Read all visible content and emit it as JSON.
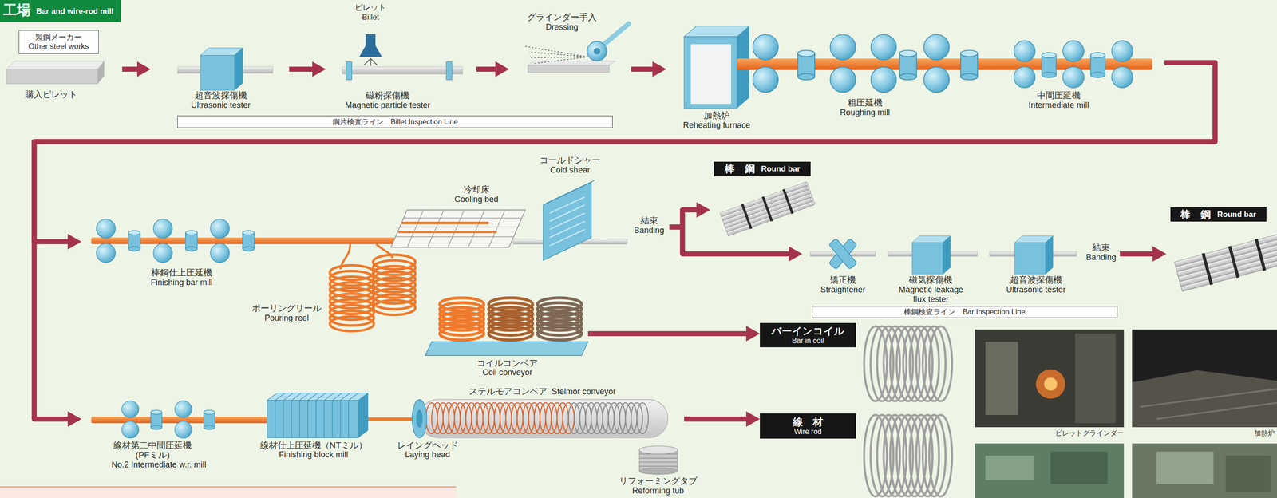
{
  "diagram": {
    "title": "Bar and wire-rod mill",
    "nodes": [
      {
        "text": [
          "製鋼メーカー",
          "Other steel works"
        ]
      },
      {
        "text": [
          "購入ビレット"
        ]
      },
      {
        "text": [
          "超音波探傷機",
          "Ultrasonic tester"
        ]
      },
      {
        "text": [
          "磁粉探傷機",
          "Magnetic particle tester"
        ]
      },
      {
        "text": [
          "鋼片検査ライン　Billet Inspection Line"
        ]
      },
      {
        "text": [
          "グラインダー手入",
          "Dressing"
        ]
      },
      {
        "text": [
          "加熱炉",
          "Reheating furnace"
        ]
      },
      {
        "text": [
          "粗圧延機",
          "Roughing mill"
        ]
      },
      {
        "text": [
          "中間圧延機",
          "Intermediate mill"
        ]
      },
      {
        "text": [
          "棒鋼仕上圧延機",
          "Finishing bar mill"
        ]
      },
      {
        "text": [
          "ポーリングリール",
          "Pouring reel"
        ]
      },
      {
        "text": [
          "冷却床",
          "Cooling bed"
        ]
      },
      {
        "text": [
          "コールドシャー",
          "Cold shear"
        ]
      },
      {
        "text": [
          "結束",
          "Banding"
        ]
      },
      {
        "text": [
          "棒　鋼",
          "Round bar"
        ]
      },
      {
        "text": [
          "矯正機",
          "Straightener"
        ]
      },
      {
        "text": [
          "磁気探傷機",
          "Magnetic leakage flux tester"
        ]
      },
      {
        "text": [
          "超音波探傷機",
          "Ultrasonic tester"
        ]
      },
      {
        "text": [
          "棒鋼検査ライン　Bar Inspection Line"
        ]
      },
      {
        "text": [
          "結束",
          "Banding"
        ]
      },
      {
        "text": [
          "棒　鋼",
          "Round bar"
        ]
      },
      {
        "text": [
          "コイルコンベア",
          "Coil conveyor"
        ]
      },
      {
        "text": [
          "バーインコイル",
          "Bar in coil"
        ]
      },
      {
        "text": [
          "線材第二中間圧延機 (PFミル)",
          "No.2 Intermediate w.r. mill"
        ]
      },
      {
        "text": [
          "線材仕上圧延機（NTミル）",
          "Finishing block mill"
        ]
      },
      {
        "text": [
          "レイングヘッド",
          "Laying head"
        ]
      },
      {
        "text": [
          "ステルモアコンベア",
          "Stelmor conveyor"
        ]
      },
      {
        "text": [
          "リフォーミングタブ",
          "Reforming tub"
        ]
      },
      {
        "text": [
          "線　材",
          "Wire rod"
        ]
      }
    ],
    "edges": [
      {
        "from": 1,
        "to": 2,
        "arrow": "to"
      },
      {
        "from": 2,
        "to": 3,
        "arrow": "to"
      },
      {
        "from": 3,
        "to": 5,
        "arrow": "to"
      },
      {
        "from": 5,
        "to": 6,
        "arrow": "to"
      },
      {
        "from": 8,
        "to": 9,
        "arrow": "to"
      },
      {
        "from": 8,
        "to": 23,
        "arrow": "to"
      },
      {
        "from": 13,
        "to": 14,
        "arrow": "to"
      },
      {
        "from": 13,
        "to": 15,
        "arrow": "to"
      },
      {
        "from": 19,
        "to": 20,
        "arrow": "to"
      },
      {
        "from": 21,
        "to": 22,
        "arrow": "to"
      },
      {
        "from": 26,
        "to": 28,
        "arrow": "to"
      }
    ],
    "labels": [
      "工場",
      "ビレット",
      "Billet",
      "ビレットグラインダー",
      "加熱炉"
    ]
  }
}
